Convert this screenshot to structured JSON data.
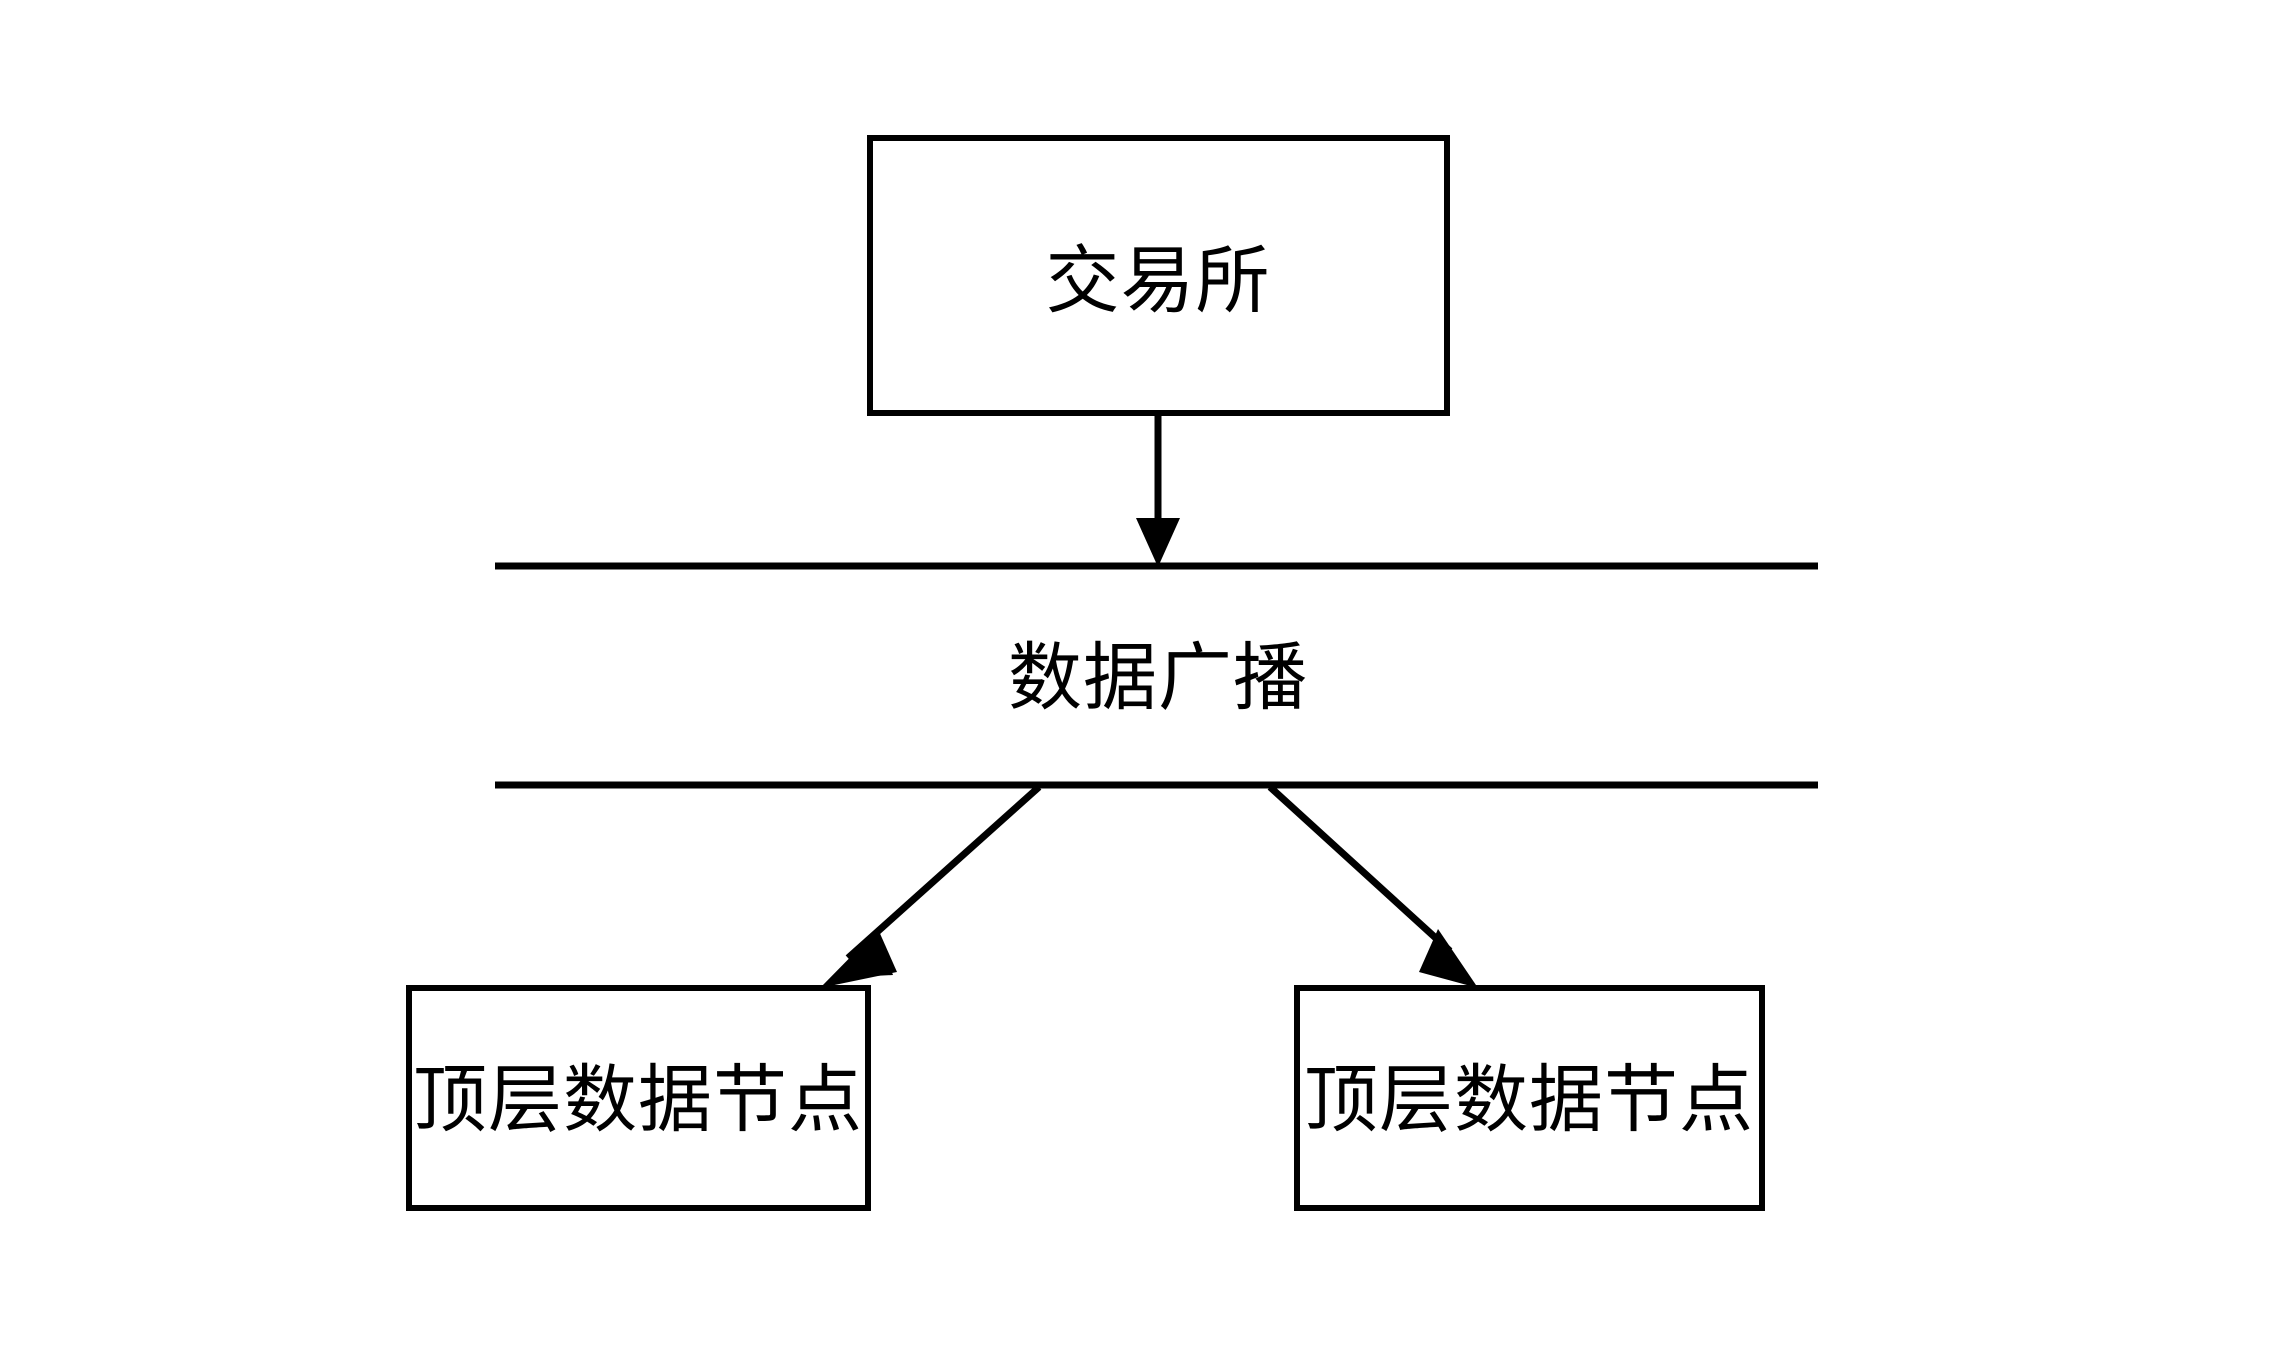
{
  "diagram": {
    "type": "flow-diagram",
    "background_color": "#ffffff",
    "stroke_color": "#000000",
    "title": "",
    "source_node": {
      "label": "交易所",
      "shape": "rectangle"
    },
    "bus": {
      "label": "数据广播",
      "shape": "horizontal-bus",
      "line_count": 2
    },
    "targets": [
      {
        "label": "顶层数据节点",
        "shape": "rectangle"
      },
      {
        "label": "顶层数据节点",
        "shape": "rectangle"
      }
    ],
    "edges": [
      {
        "from": "交易所",
        "to": "数据广播",
        "style": "solid-arrow",
        "direction": "down"
      },
      {
        "from": "数据广播",
        "to": "顶层数据节点",
        "style": "solid-arrow",
        "direction": "down-left"
      },
      {
        "from": "数据广播",
        "to": "顶层数据节点",
        "style": "solid-arrow",
        "direction": "down-right"
      }
    ]
  }
}
